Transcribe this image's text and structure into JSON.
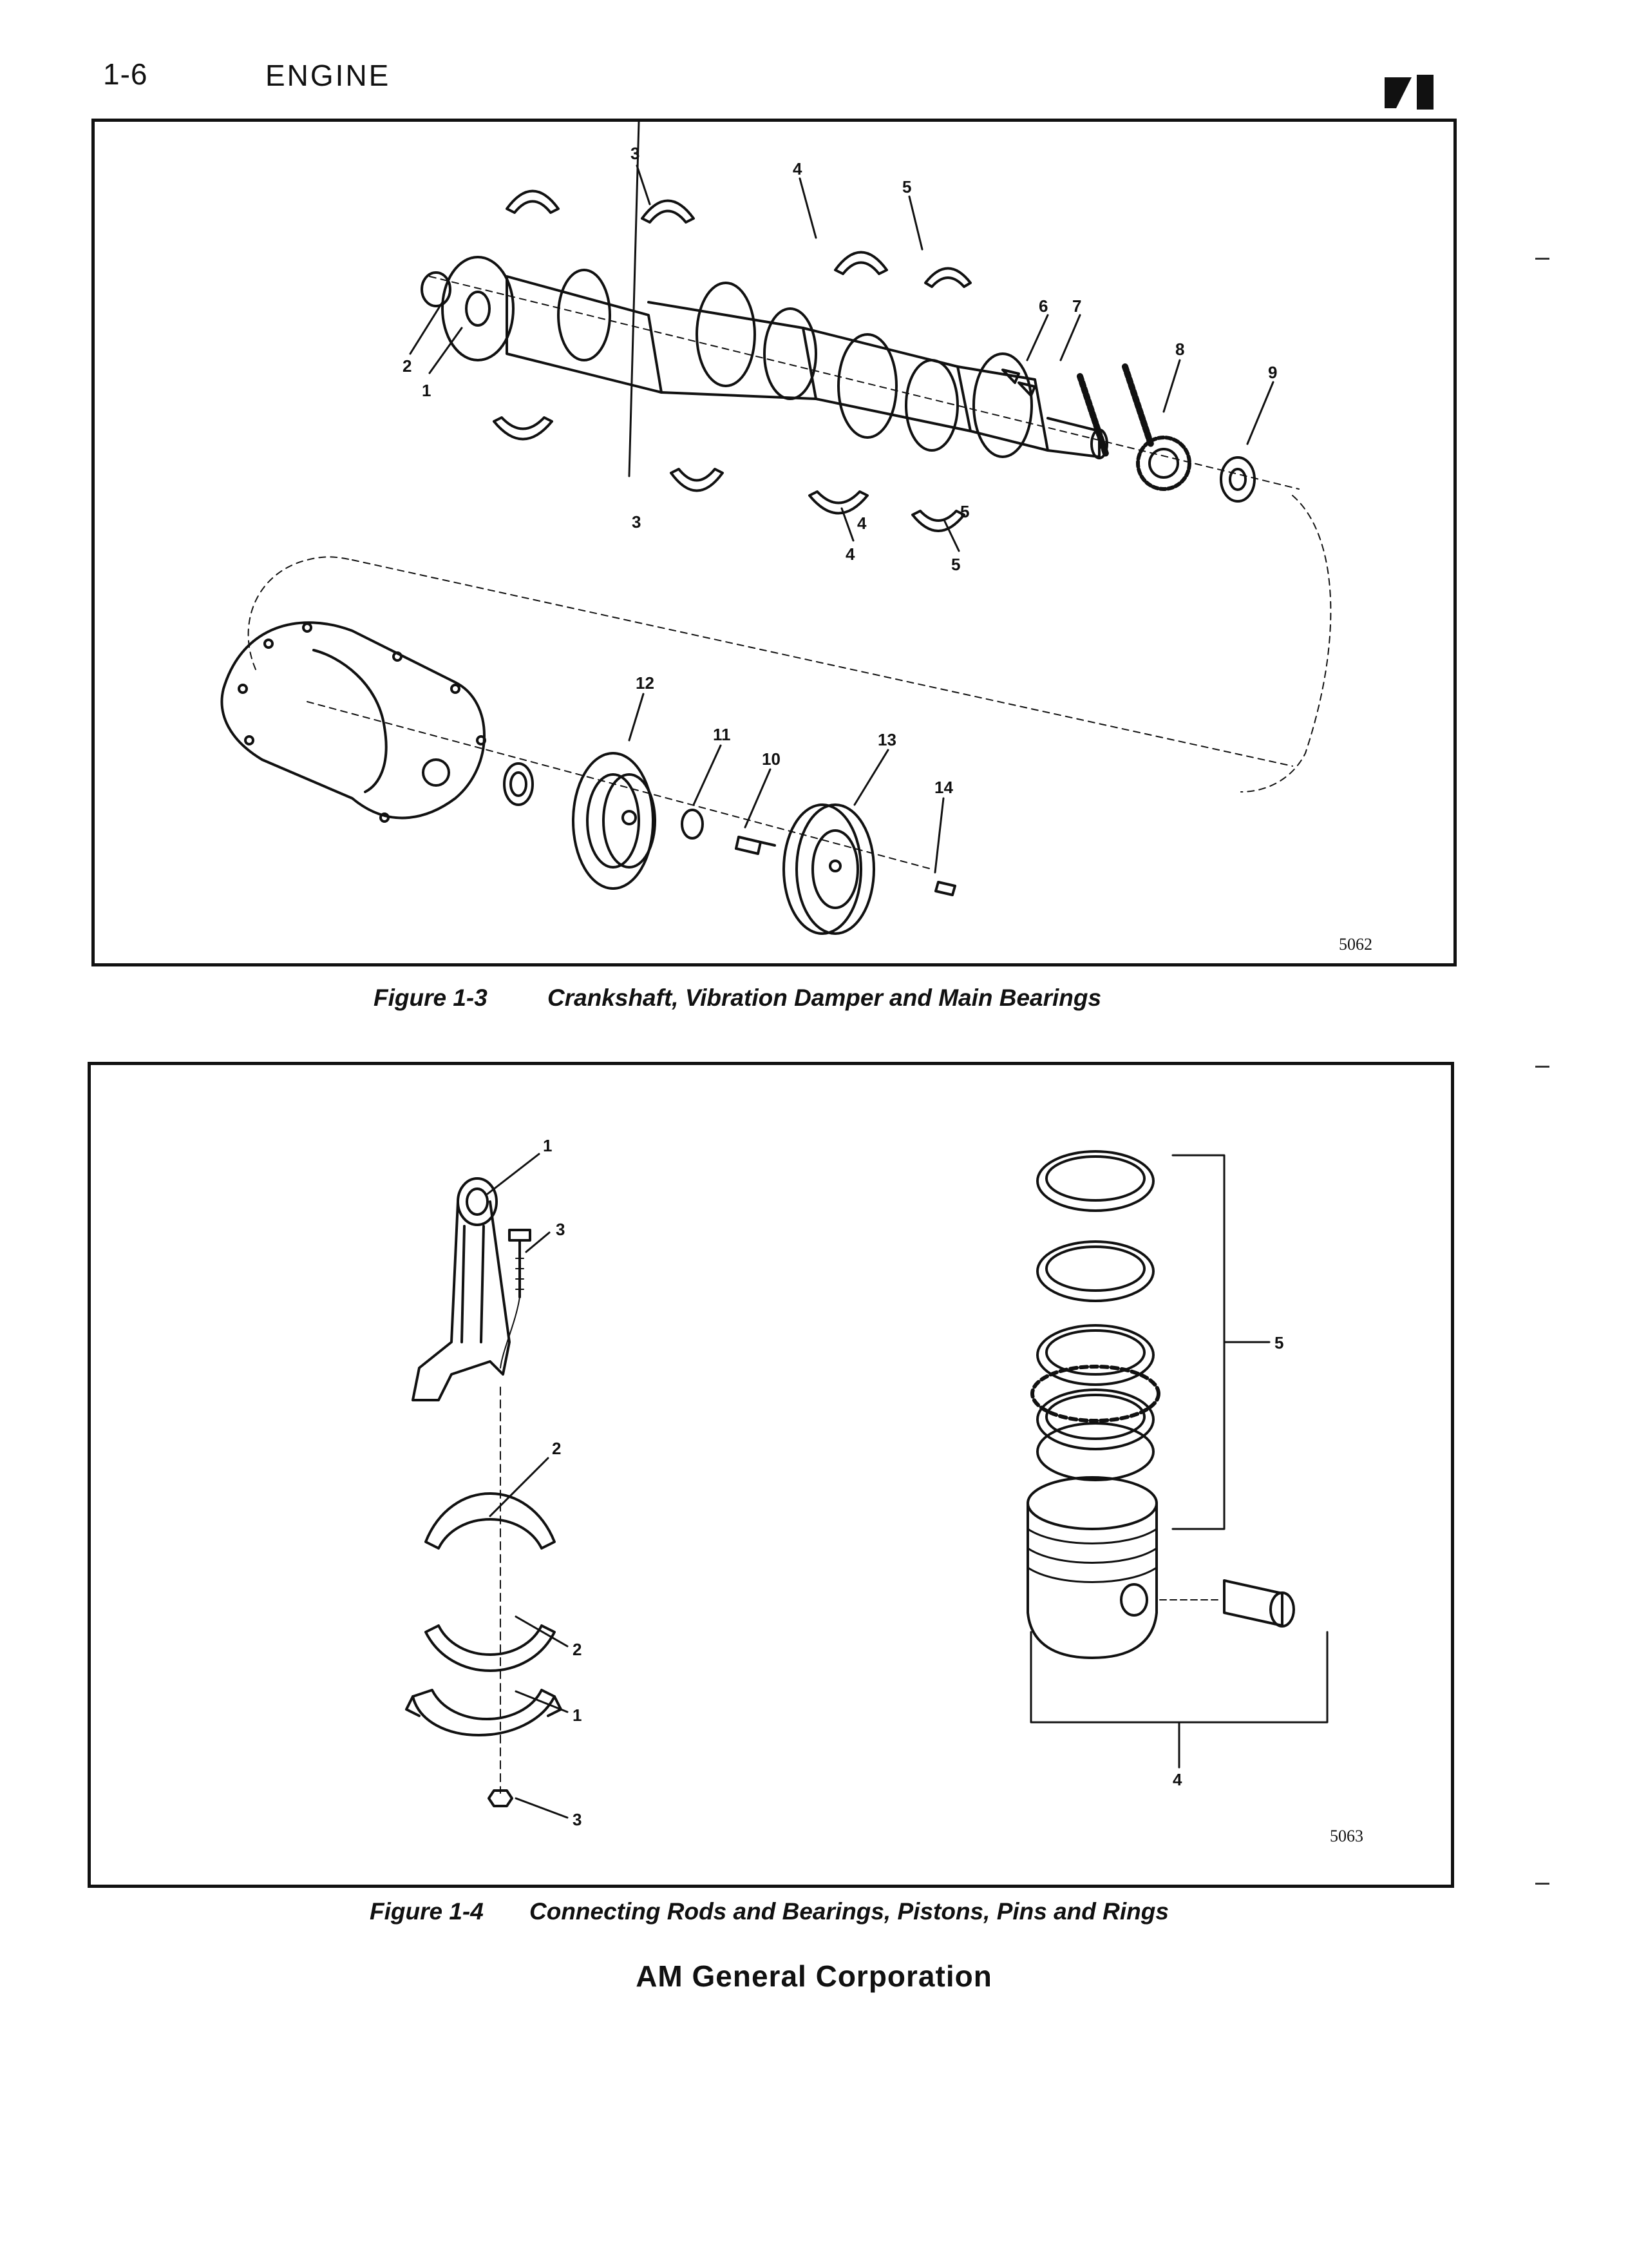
{
  "header": {
    "page_number": "1-6",
    "section": "ENGINE"
  },
  "figures": [
    {
      "code": "5062",
      "caption_number": "Figure 1-3",
      "caption_text": "Crankshaft, Vibration Damper and Main Bearings",
      "callouts": [
        "1",
        "2",
        "3",
        "3",
        "4",
        "4",
        "4",
        "5",
        "5",
        "5",
        "6",
        "7",
        "8",
        "9",
        "10",
        "11",
        "12",
        "13",
        "14"
      ]
    },
    {
      "code": "5063",
      "caption_number": "Figure 1-4",
      "caption_text": "Connecting Rods and Bearings, Pistons, Pins and Rings",
      "callouts": [
        "1",
        "1",
        "2",
        "2",
        "3",
        "3",
        "4",
        "5"
      ]
    }
  ],
  "footer": {
    "company": "AM General Corporation"
  }
}
